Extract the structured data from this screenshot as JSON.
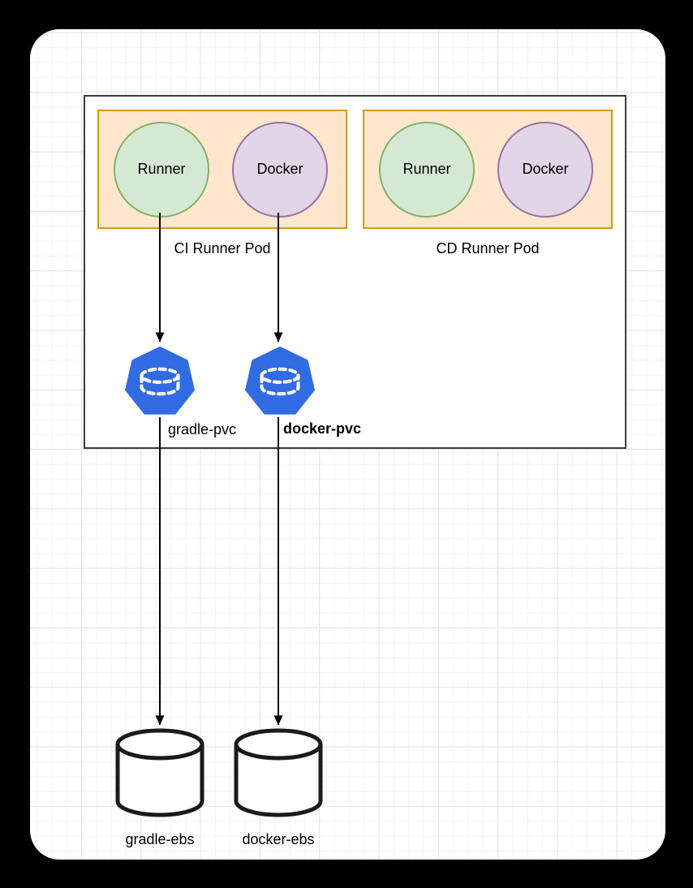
{
  "diagram": {
    "cluster": {
      "pods": [
        {
          "label": "CI Runner Pod",
          "containers": [
            {
              "label": "Runner"
            },
            {
              "label": "Docker"
            }
          ]
        },
        {
          "label": "CD Runner Pod",
          "containers": [
            {
              "label": "Runner"
            },
            {
              "label": "Docker"
            }
          ]
        }
      ],
      "pvcs": [
        {
          "label": "gradle-pvc"
        },
        {
          "label": "docker-pvc"
        }
      ]
    },
    "volumes": [
      {
        "label": "gradle-ebs"
      },
      {
        "label": "docker-ebs"
      }
    ],
    "edges": [
      {
        "from": "Runner (CI)",
        "to": "gradle-pvc"
      },
      {
        "from": "Docker (CI)",
        "to": "docker-pvc"
      },
      {
        "from": "gradle-pvc",
        "to": "gradle-ebs"
      },
      {
        "from": "docker-pvc",
        "to": "docker-ebs"
      }
    ],
    "colors": {
      "page_background": "#000000",
      "canvas_background": "#ffffff",
      "cluster_stroke": "#3b3b3b",
      "pod_fill": "#FFE6CC",
      "pod_stroke": "#D79B00",
      "runner_fill": "#D5E8D4",
      "runner_stroke": "#82B366",
      "docker_fill": "#E1D5E7",
      "docker_stroke": "#9673A6",
      "pvc_fill": "#326CE5",
      "edge_color": "#000000"
    }
  }
}
